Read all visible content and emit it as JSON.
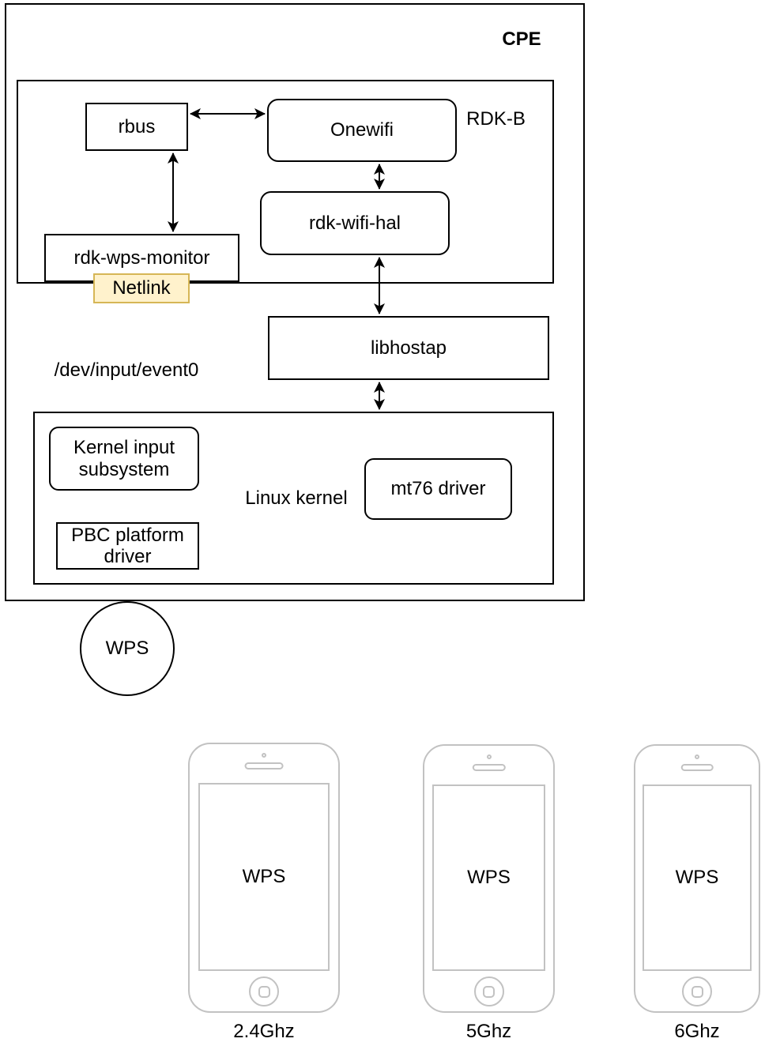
{
  "diagram": {
    "cpe": {
      "label": "CPE"
    },
    "rdkb": {
      "label": "RDK-B"
    },
    "nodes": {
      "rbus": {
        "label": "rbus"
      },
      "onewifi": {
        "label": "Onewifi"
      },
      "rdk_wifi_hal": {
        "label": "rdk-wifi-hal"
      },
      "rdk_wps_monitor": {
        "label": "rdk-wps-monitor"
      },
      "netlink": {
        "label": "Netlink"
      },
      "libhostap": {
        "label": "libhostap"
      },
      "dev_input_event0": {
        "label": "/dev/input/event0"
      },
      "linux_kernel": {
        "label": "Linux kernel"
      },
      "kernel_input_subsystem": {
        "label": "Kernel input subsystem"
      },
      "pbc_platform_driver": {
        "label": "PBC platform driver"
      },
      "mt76_driver": {
        "label": "mt76 driver"
      },
      "wps": {
        "label": "WPS"
      }
    },
    "connections": [
      {
        "from": "rbus",
        "to": "Onewifi",
        "bidirectional": true
      },
      {
        "from": "rbus",
        "to": "rdk-wps-monitor",
        "bidirectional": true
      },
      {
        "from": "Onewifi",
        "to": "rdk-wifi-hal",
        "bidirectional": true
      },
      {
        "from": "rdk-wifi-hal",
        "to": "libhostap",
        "bidirectional": true
      },
      {
        "from": "libhostap",
        "to": "Linux kernel",
        "bidirectional": true
      }
    ],
    "colors": {
      "box_border": "#000000",
      "netlink_fill": "#fff2cc",
      "netlink_border": "#d6b656",
      "phone_outline": "#c2c2c2",
      "background": "#ffffff"
    }
  },
  "phones": [
    {
      "screen_label": "WPS",
      "band_label": "2.4Ghz"
    },
    {
      "screen_label": "WPS",
      "band_label": "5Ghz"
    },
    {
      "screen_label": "WPS",
      "band_label": "6Ghz"
    }
  ]
}
